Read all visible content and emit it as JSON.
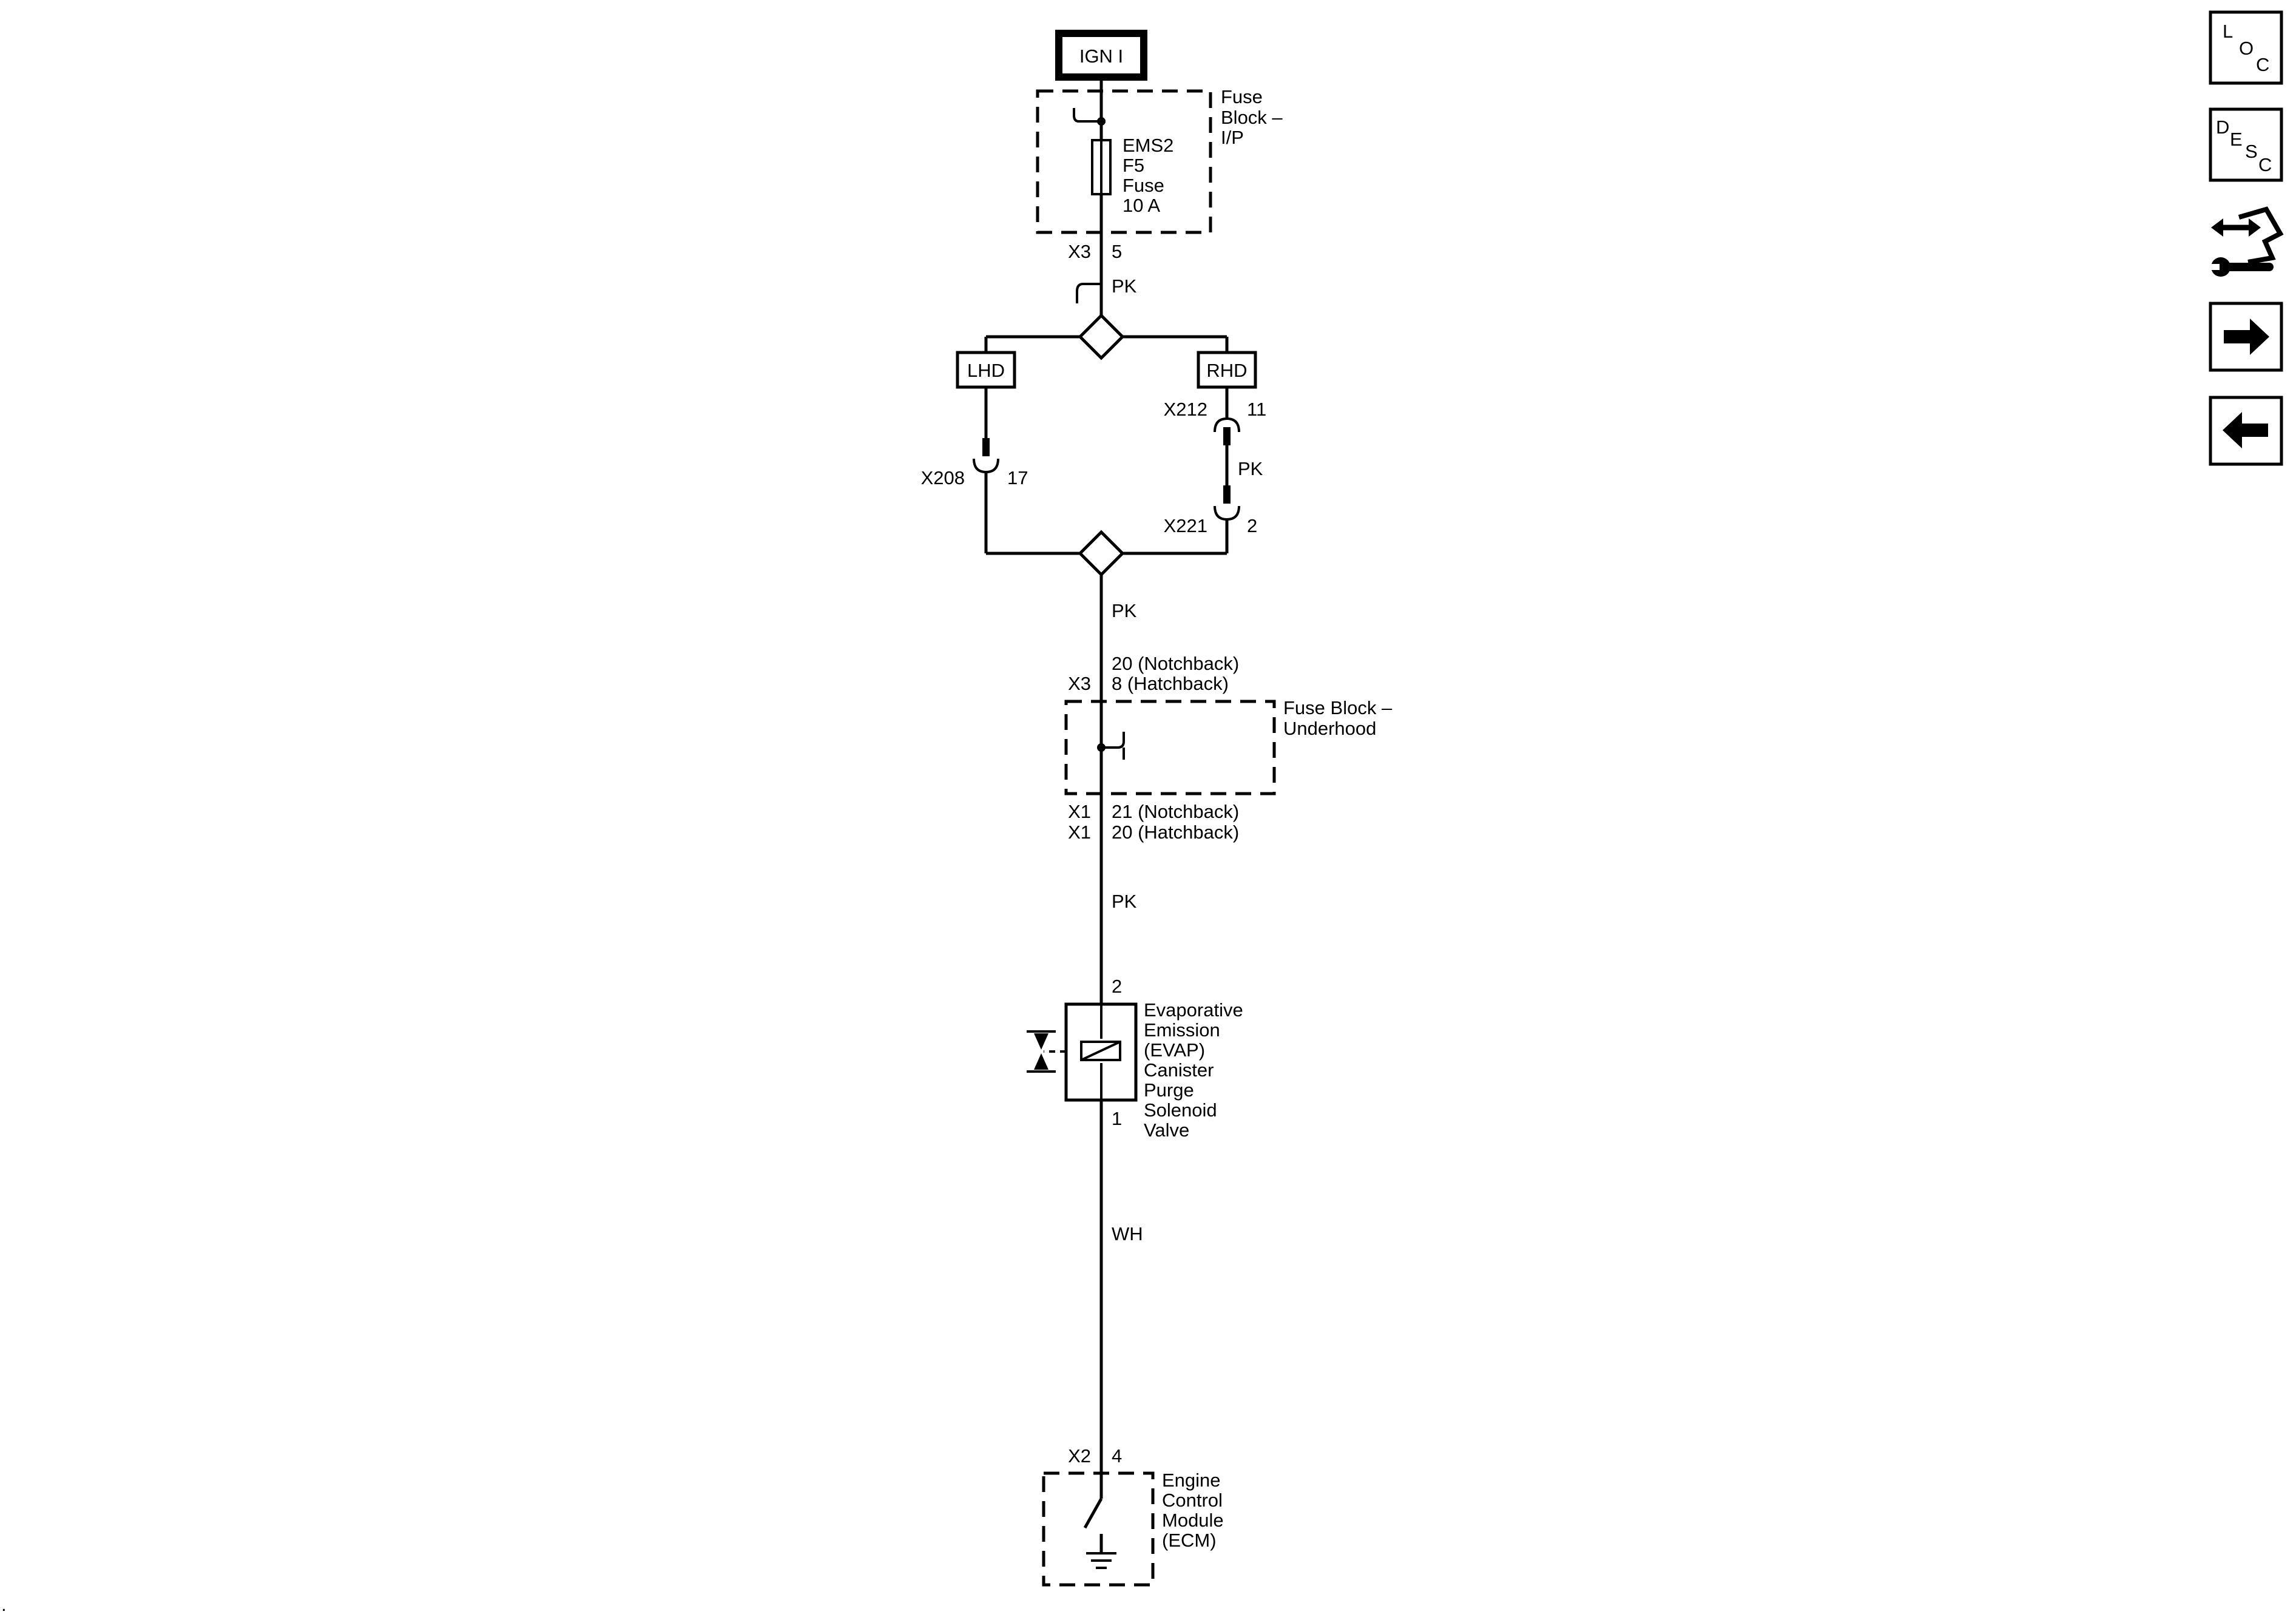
{
  "power_source": "IGN I",
  "fuse_block_ip": {
    "label_lines": [
      "Fuse",
      "Block –",
      "I/P"
    ],
    "fuse_lines": [
      "EMS2",
      "F5",
      "Fuse",
      "10 A"
    ]
  },
  "x3_top": {
    "connector": "X3",
    "pin": "5"
  },
  "wire_colors": {
    "pk1": "PK",
    "pk2": "PK",
    "pk3": "PK",
    "pk_rhd": "PK",
    "wh": "WH"
  },
  "lhd": {
    "label": "LHD",
    "connector": "X208",
    "pin": "17"
  },
  "rhd": {
    "label": "RHD",
    "upper": {
      "connector": "X212",
      "pin": "11"
    },
    "lower": {
      "connector": "X221",
      "pin": "2"
    }
  },
  "fuse_block_underhood": {
    "label_lines": [
      "Fuse Block –",
      "Underhood"
    ],
    "in_connector": "X3",
    "in_pins": [
      "20 (Notchback)",
      "8 (Hatchback)"
    ],
    "out_connectors": [
      "X1",
      "X1"
    ],
    "out_pins": [
      "21 (Notchback)",
      "20 (Hatchback)"
    ]
  },
  "evap": {
    "pin_top": "2",
    "pin_bottom": "1",
    "label_lines": [
      "Evaporative",
      "Emission",
      "(EVAP)",
      "Canister",
      "Purge",
      "Solenoid",
      "Valve"
    ]
  },
  "ecm": {
    "connector": "X2",
    "pin": "4",
    "label_lines": [
      "Engine",
      "Control",
      "Module",
      "(ECM)"
    ]
  },
  "nav": {
    "loc": [
      "L",
      "O",
      "C"
    ],
    "desc": [
      "D",
      "E",
      "S",
      "C"
    ],
    "icons": [
      "connector-repair-icon",
      "next-arrow-icon",
      "previous-arrow-icon"
    ]
  },
  "stray_mark": "."
}
